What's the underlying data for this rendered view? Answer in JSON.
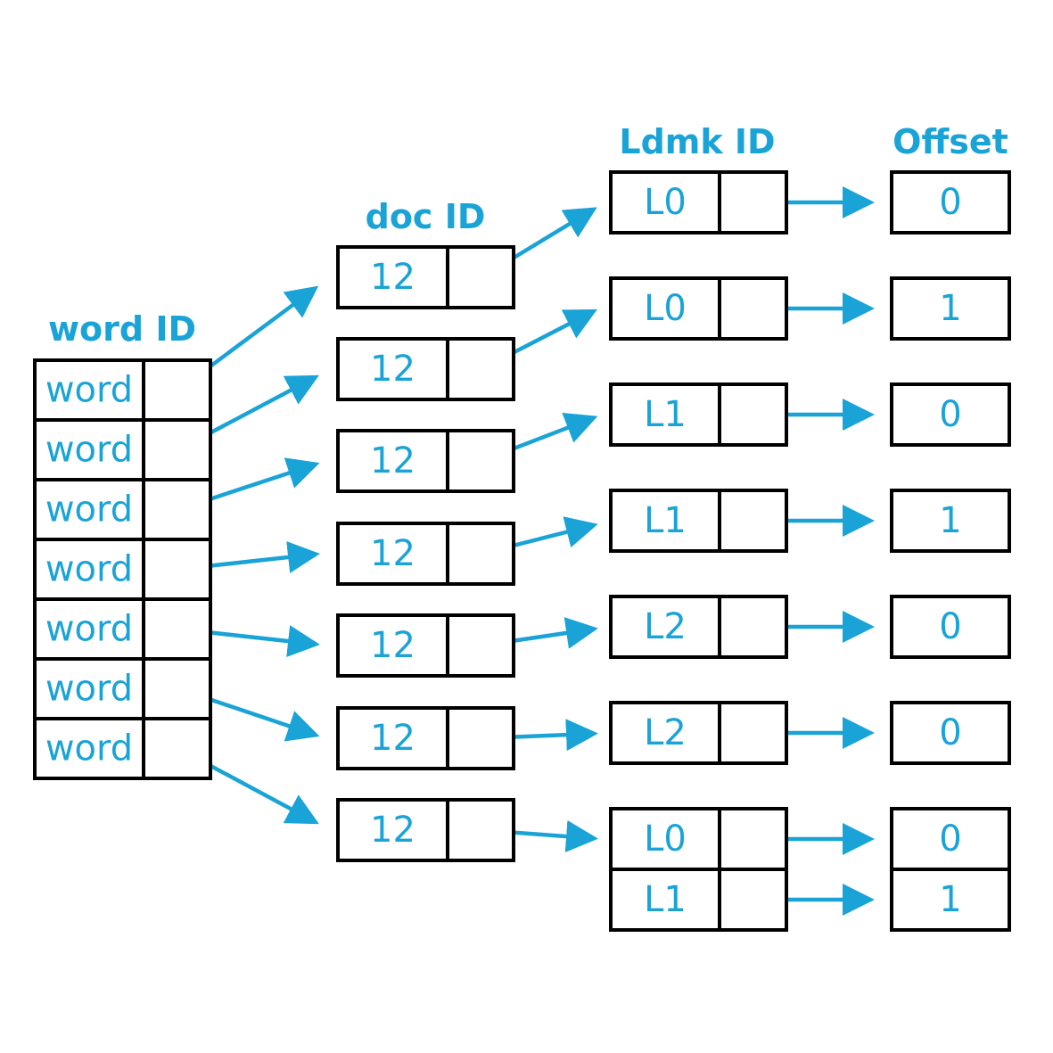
{
  "colors": {
    "accent": "#1aa3d6",
    "outline": "#000000",
    "background": "#ffffff"
  },
  "headers": {
    "word_id": "word ID",
    "doc_id": "doc ID",
    "ldmk_id": "Ldmk ID",
    "offset": "Offset"
  },
  "word_ids": [
    "word",
    "word",
    "word",
    "word",
    "word",
    "word",
    "word"
  ],
  "doc_ids": [
    "12",
    "12",
    "12",
    "12",
    "12",
    "12",
    "12"
  ],
  "ldmk_ids": [
    "L0",
    "L0",
    "L1",
    "L1",
    "L2",
    "L2",
    "L0",
    "L1"
  ],
  "offsets": [
    "0",
    "1",
    "0",
    "1",
    "0",
    "0",
    "0",
    "1"
  ]
}
